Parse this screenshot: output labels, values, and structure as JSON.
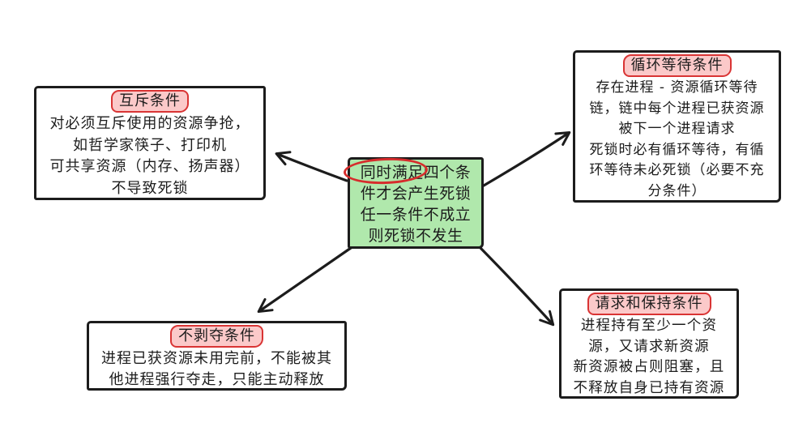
{
  "colors": {
    "ink": "#1c1c1c",
    "center-fill": "#b0e8ac",
    "label-fill": "#fbc9c9",
    "label-stroke": "#d93434",
    "circle-stroke": "#d62c2c",
    "background": "#ffffff"
  },
  "center_box": {
    "circled_text": "同时满足",
    "lines": [
      "同时满足四个条",
      "件才会产生死锁",
      "任一条件不成立",
      "则死锁不发生"
    ]
  },
  "boxes": {
    "mutex": {
      "title": "互斥条件",
      "lines": [
        "对必须互斥使用的资源争抢，",
        "如哲学家筷子、打印机",
        "可共享资源（内存、扬声器）",
        "不导致死锁"
      ]
    },
    "circular_wait": {
      "title": "循环等待条件",
      "lines": [
        "存在进程 - 资源循环等待",
        "链，链中每个进程已获资源",
        "被下一个进程请求",
        "死锁时必有循环等待，有循",
        "环等待未必死锁（必要不充",
        "分条件）"
      ]
    },
    "no_preemption": {
      "title": "不剥夺条件",
      "lines": [
        "进程已获资源未用完前，不能被其",
        "他进程强行夺走，只能主动释放"
      ]
    },
    "hold_and_wait": {
      "title": "请求和保持条件",
      "lines": [
        "进程持有至少一个资",
        "源，又请求新资源",
        "新资源被占则阻塞，且",
        "不释放自身已持有资源"
      ]
    }
  },
  "edges": [
    {
      "from": "center",
      "to": "mutex"
    },
    {
      "from": "center",
      "to": "circular_wait"
    },
    {
      "from": "center",
      "to": "no_preemption"
    },
    {
      "from": "center",
      "to": "hold_and_wait"
    }
  ]
}
